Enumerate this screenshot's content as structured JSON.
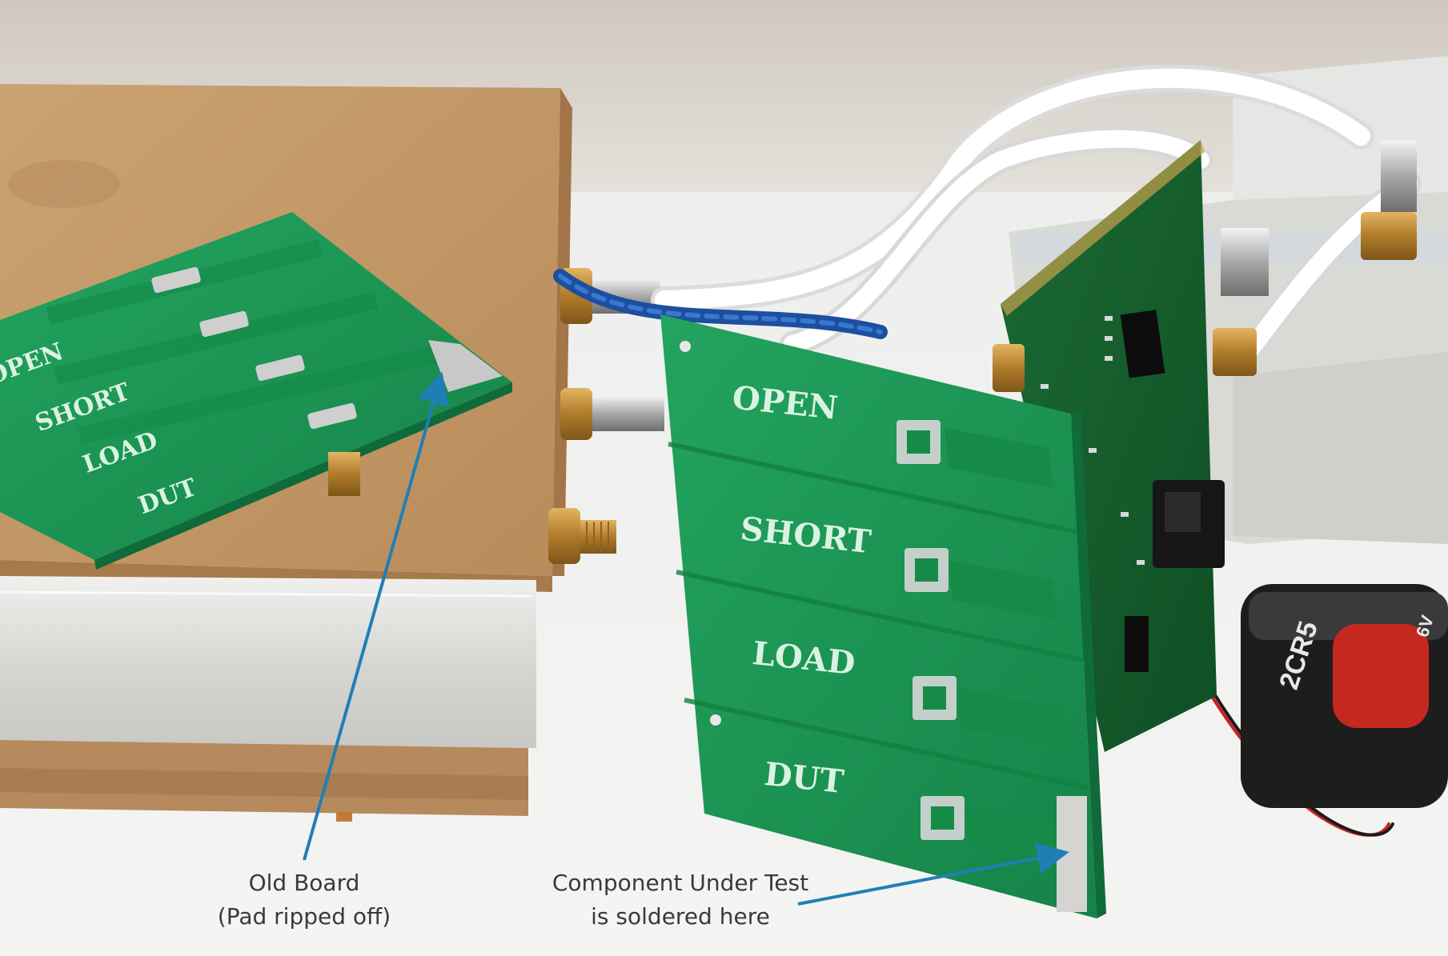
{
  "old_board": {
    "labels": [
      "OPEN",
      "SHORT",
      "LOAD",
      "DUT"
    ],
    "caption_line1": "Old Board",
    "caption_line2": "(Pad ripped off)"
  },
  "new_board": {
    "labels": [
      "OPEN",
      "SHORT",
      "LOAD",
      "DUT"
    ]
  },
  "cut": {
    "caption_line1": "Component Under Test",
    "caption_line2": "is soldered here"
  },
  "battery": {
    "label": "2CR5",
    "voltage": "6V"
  },
  "colors": {
    "pcb": "#1f9a58",
    "pcb_dark": "#137a43",
    "arrow": "#1f7fb5",
    "wood": "#c59a6a",
    "aluminum": "#dcdcda"
  }
}
